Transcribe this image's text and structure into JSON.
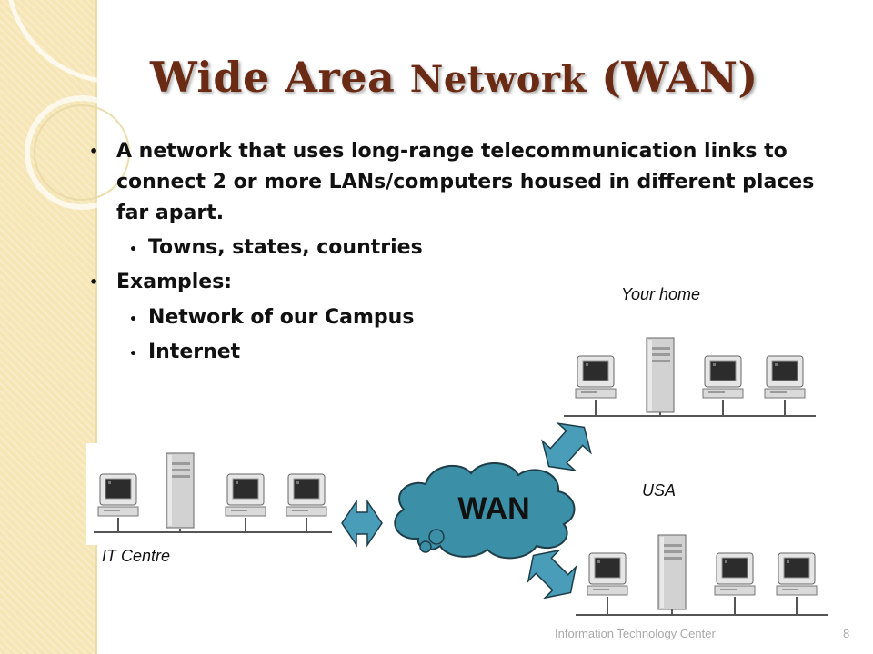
{
  "slide": {
    "title_main": "Wide Area ",
    "title_small": "Network",
    "title_end": " (WAN)",
    "bullets": {
      "definition": "A network that uses long-range telecommunication links to connect 2 or more LANs/computers housed in different places far apart.",
      "scope": "Towns, states, countries",
      "examples_heading": "Examples:",
      "example_1": "Network of our Campus",
      "example_2": "Internet"
    },
    "bullet_glyph": "•"
  },
  "diagram": {
    "cloud_label": "WAN",
    "labels": {
      "home": "Your home",
      "usa": "USA",
      "it_centre": "IT Centre"
    },
    "colors": {
      "cloud": "#3b8fa6",
      "arrow": "#4a9db8",
      "title": "#6a2a14"
    },
    "icons": [
      "computer-icon",
      "server-tower-icon",
      "network-cable-icon",
      "cloud-icon",
      "double-arrow-icon"
    ]
  },
  "footer": {
    "text": "Information Technology Center",
    "page": "8"
  }
}
